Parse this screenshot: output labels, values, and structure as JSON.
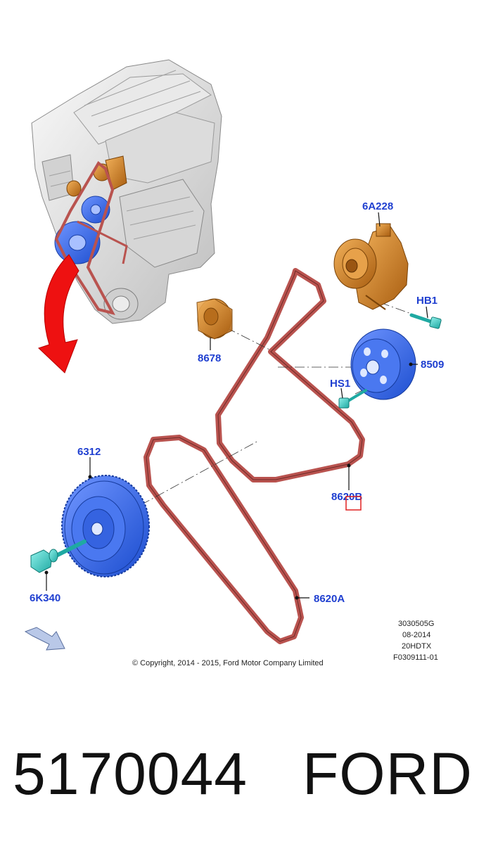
{
  "callouts": {
    "tensioner": "6A228",
    "bolt_hb1": "HB1",
    "idler": "8678",
    "water_pump_pulley": "8509",
    "bolt_hs1": "HS1",
    "crank_pulley": "6312",
    "belt_b": "8620B",
    "crank_bolt": "6K340",
    "belt_a": "8620A"
  },
  "meta_block": [
    "3030505G",
    "08-2014",
    "20HDTX",
    "F0309111-01"
  ],
  "copyright": "© Copyright, 2014 - 2015, Ford Motor Company Limited",
  "footer": {
    "part_number": "5170044",
    "brand": "FORD"
  },
  "colors": {
    "callout_text": "#1f3fd0",
    "belt": "#b9534f",
    "pulley_blue": "#3f6ee8",
    "tensioner_orange": "#d88a2a",
    "bolt_cyan": "#3fd0c8",
    "arrow_red": "#ee1111"
  }
}
